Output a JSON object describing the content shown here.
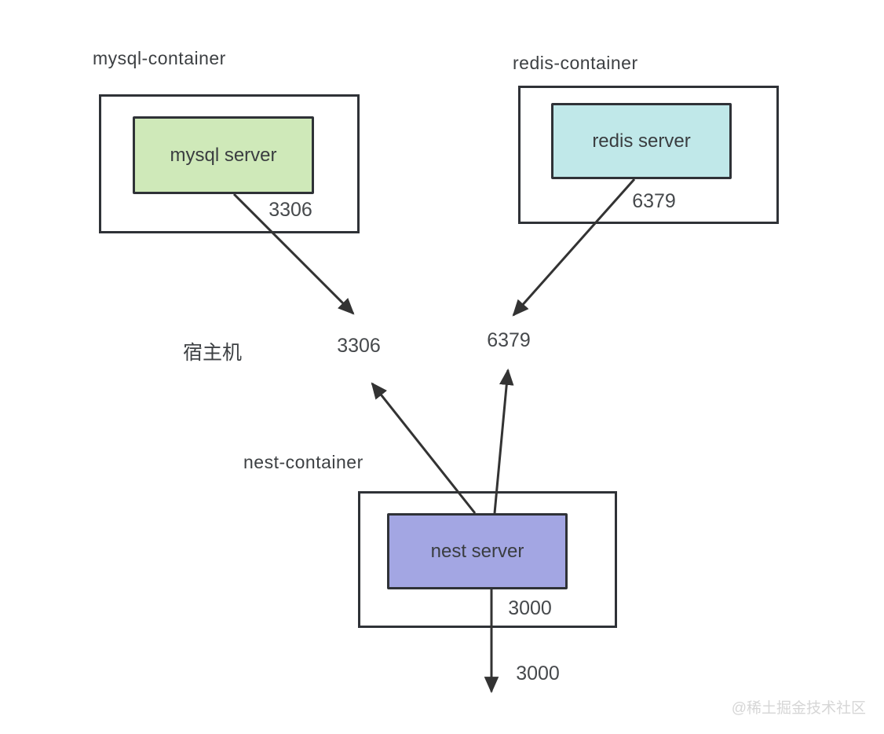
{
  "diagram": {
    "mysql": {
      "container_label": "mysql-container",
      "server_label": "mysql server",
      "container_port": "3306"
    },
    "redis": {
      "container_label": "redis-container",
      "server_label": "redis server",
      "container_port": "6379"
    },
    "nest": {
      "container_label": "nest-container",
      "server_label": "nest server",
      "container_port": "3000",
      "published_port": "3000"
    },
    "host": {
      "label": "宿主机",
      "mysql_port": "3306",
      "redis_port": "6379"
    },
    "colors": {
      "mysql_server_fill": "#cfe9b9",
      "redis_server_fill": "#c0e8e9",
      "nest_server_fill": "#a3a6e3",
      "box_border": "#2f3237",
      "arrow": "#333333",
      "watermark": "#d6d6d6"
    },
    "watermark": "@稀土掘金技术社区"
  }
}
